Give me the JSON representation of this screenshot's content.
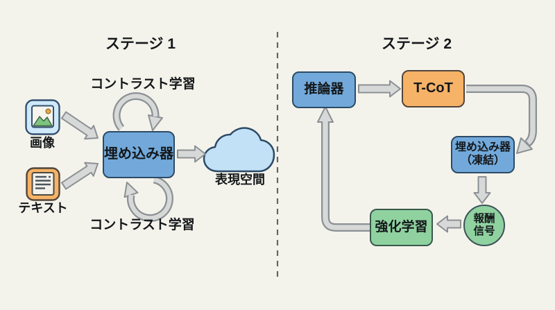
{
  "stage1": {
    "title": "ステージ 1",
    "contrast_top": "コントラスト学習",
    "contrast_bottom": "コントラスト学習",
    "image_label": "画像",
    "text_label": "テキスト",
    "embedder": "埋め込み器",
    "space": "表現空間"
  },
  "stage2": {
    "title": "ステージ 2",
    "reasoner": "推論器",
    "tcot": "T-CoT",
    "frozen_line1": "埋め込み器",
    "frozen_line2": "（凍結）",
    "reward_line1": "報酬",
    "reward_line2": "信号",
    "rl": "強化学習"
  },
  "colors": {
    "background": "#f4f3eb",
    "node_blue": "#72a9da",
    "node_orange": "#f6b266",
    "node_green": "#8fd2a0",
    "icon_blue": "#cfe9fa",
    "cloud_blue": "#c2e0f6",
    "arrow_fill": "#d7d9d8",
    "arrow_stroke": "#8b9094",
    "divider": "#5c686e"
  }
}
